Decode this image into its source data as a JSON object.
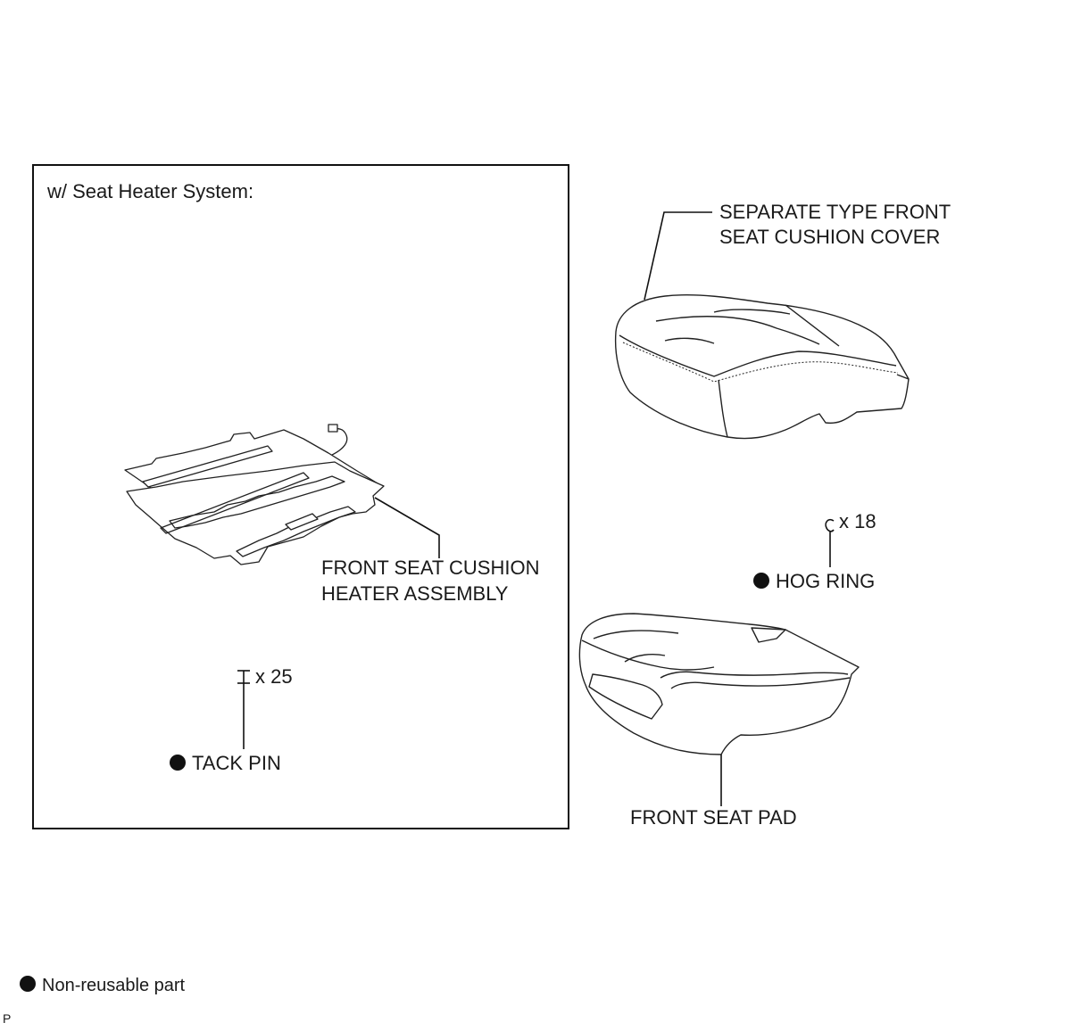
{
  "heater_section": {
    "title": "w/ Seat Heater System:",
    "heater_label": [
      "FRONT SEAT CUSHION",
      "HEATER ASSEMBLY"
    ],
    "tack_pin_qty": "x 25",
    "tack_pin_label": "TACK PIN"
  },
  "cover_label": [
    "SEPARATE TYPE FRONT",
    "SEAT CUSHION COVER"
  ],
  "hog_ring_qty": "x 18",
  "hog_ring_label": "HOG RING",
  "pad_label": "FRONT SEAT PAD",
  "legend": {
    "non_reusable": "Non-reusable part"
  },
  "corner_code": "P",
  "icons": {
    "non_reusable_marker": "filled-circle-icon",
    "tack_pin": "tack-pin-icon",
    "hog_ring": "hog-ring-icon"
  }
}
